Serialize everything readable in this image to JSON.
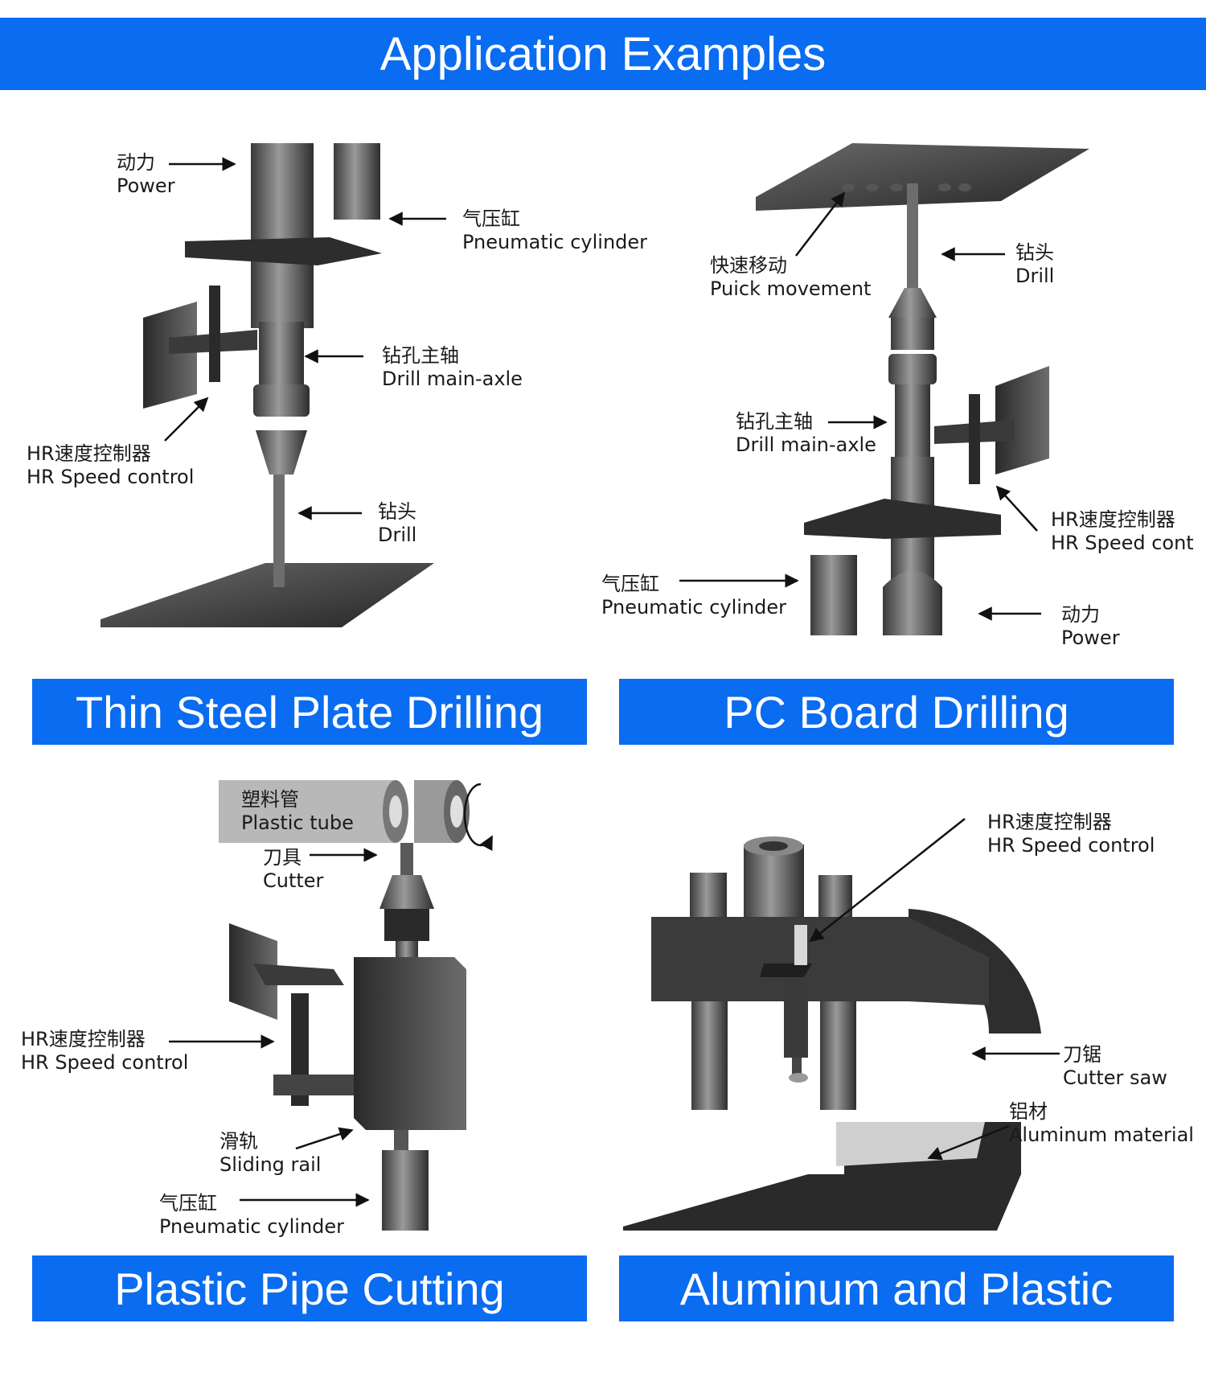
{
  "header": {
    "title": "Application Examples"
  },
  "panels": [
    {
      "caption": "Thin Steel Plate Drilling",
      "labels": {
        "power": [
          "动力",
          "Power"
        ],
        "cylinder": [
          "气压缸",
          "Pneumatic cylinder"
        ],
        "axle": [
          "钻孔主轴",
          "Drill main-axle"
        ],
        "speed": [
          "HR速度控制器",
          "HR Speed control"
        ],
        "drill": [
          "钻头",
          "Drill"
        ]
      }
    },
    {
      "caption": "PC Board Drilling",
      "labels": {
        "movement": [
          "快速移动",
          "Puick movement"
        ],
        "drill": [
          "钻头",
          "Drill"
        ],
        "axle": [
          "钻孔主轴",
          "Drill main-axle"
        ],
        "speed": [
          "HR速度控制器",
          "HR Speed cont"
        ],
        "cylinder": [
          "气压缸",
          "Pneumatic cylinder"
        ],
        "power": [
          "动力",
          "Power"
        ]
      }
    },
    {
      "caption": "Plastic Pipe Cutting",
      "labels": {
        "tube": [
          "塑料管",
          "Plastic tube"
        ],
        "cutter": [
          "刀具",
          "Cutter"
        ],
        "speed": [
          "HR速度控制器",
          "HR Speed control"
        ],
        "rail": [
          "滑轨",
          "Sliding rail"
        ],
        "cylinder": [
          "气压缸",
          "Pneumatic cylinder"
        ]
      }
    },
    {
      "caption": "Aluminum and Plastic",
      "labels": {
        "speed": [
          "HR速度控制器",
          "HR Speed control"
        ],
        "saw": [
          "刀锯",
          "Cutter saw"
        ],
        "material": [
          "铝材",
          "Aluminum material"
        ]
      }
    }
  ],
  "colors": {
    "banner": "#0a6cf0",
    "banner_text": "#ffffff",
    "machine": "#4a4a4a"
  }
}
